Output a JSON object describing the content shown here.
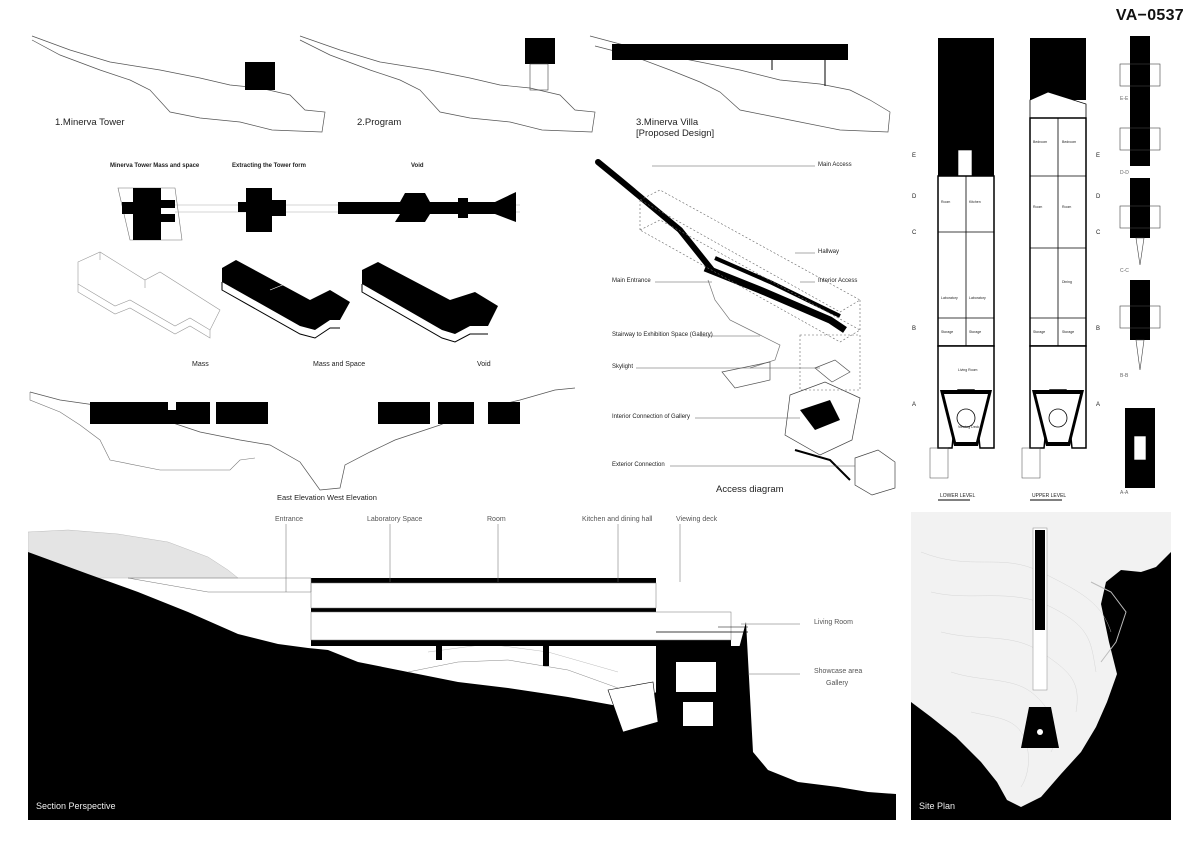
{
  "sheet": {
    "id": "VA−0537"
  },
  "steps": {
    "s1": "1.Minerva Tower",
    "s2": "2.Program",
    "s3a": "3.Minerva Villa",
    "s3b": "[Proposed Design]"
  },
  "form": {
    "mass_space_title": "Minerva Tower Mass and space",
    "extract_title": "Extracting the Tower form",
    "void_title": "Void",
    "mass": "Mass",
    "mass_space": "Mass and Space",
    "void": "Void"
  },
  "elevations": {
    "east": "East Elevation",
    "west": "West Elevation"
  },
  "access": {
    "title": "Access diagram",
    "main_access": "Main Access",
    "hallway": "Hallway",
    "main_entrance": "Main Entrance",
    "interior_access": "Interior Access",
    "stairway": "Stairway to Exhibition Space (Gallery)",
    "skylight": "Skylight",
    "interior_connection": "Interior Connection of Gallery",
    "exterior_connection": "Exterior Connection"
  },
  "plans": {
    "lower": "LOWER LEVEL",
    "upper": "UPPER LEVEL",
    "markers": [
      "E",
      "D",
      "C",
      "B",
      "A"
    ],
    "section_labels": [
      "E-E",
      "D-D",
      "C-C",
      "B-B",
      "A-A"
    ],
    "rooms_lower": [
      "Living Room",
      "Viewing Deck",
      "Laboratory",
      "Laboratory",
      "Storage",
      "Storage",
      "Kitchen",
      "Room"
    ],
    "rooms_upper": [
      "Bedroom",
      "Bedroom",
      "Room",
      "Room",
      "Storage",
      "Storage",
      "Dining"
    ]
  },
  "section": {
    "caption": "Section Perspective",
    "entrance": "Entrance",
    "lab": "Laboratory Space",
    "room": "Room",
    "kitchen": "Kitchen and dining hall",
    "viewing": "Viewing deck",
    "living": "Living Room",
    "showcase": "Showcase area",
    "gallery": "Gallery"
  },
  "site": {
    "caption": "Site Plan"
  }
}
